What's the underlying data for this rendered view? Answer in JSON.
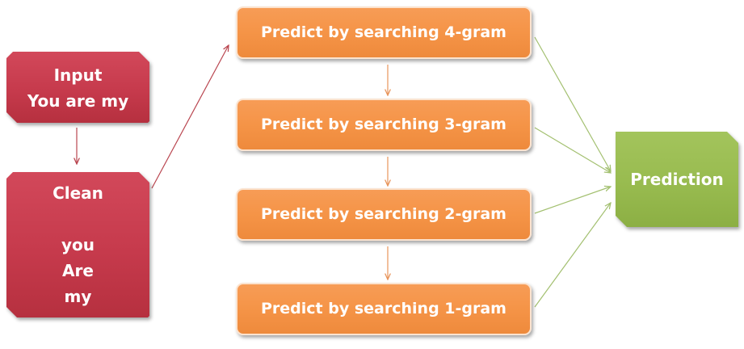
{
  "diagram": {
    "input_box": {
      "lines": [
        "Input",
        "You are my"
      ],
      "color": "#c63a4c"
    },
    "clean_box": {
      "lines": [
        "Clean",
        "",
        "you",
        "Are",
        "my"
      ],
      "color": "#c63a4c"
    },
    "steps": [
      {
        "label": "Predict by searching 4-gram"
      },
      {
        "label": "Predict by searching 3-gram"
      },
      {
        "label": "Predict by searching 2-gram"
      },
      {
        "label": "Predict by searching 1-gram"
      }
    ],
    "step_color": "#f59447",
    "prediction_box": {
      "label": "Prediction",
      "color": "#98bb4f"
    },
    "connector_colors": {
      "red": "#b9454f",
      "orange": "#e8945a",
      "green": "#a3c070"
    }
  }
}
